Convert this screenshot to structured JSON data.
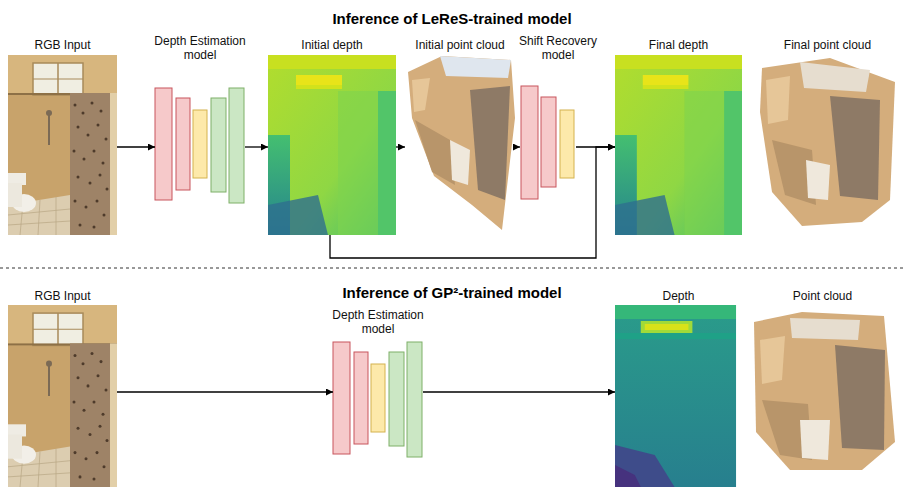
{
  "diagram": {
    "nodes": [
      {
        "text": [
          "RGB Input"
        ]
      },
      {
        "text": [
          "Depth Estimation model"
        ]
      },
      {
        "text": [
          "Initial depth"
        ]
      },
      {
        "text": [
          "Initial point cloud"
        ]
      },
      {
        "text": [
          "Shift Recovery model"
        ]
      },
      {
        "text": [
          "Final depth"
        ]
      },
      {
        "text": [
          "Final point cloud"
        ]
      },
      {
        "text": [
          "RGB Input"
        ]
      },
      {
        "text": [
          "Depth Estimation model"
        ]
      },
      {
        "text": [
          "Depth"
        ]
      },
      {
        "text": [
          "Point cloud"
        ]
      }
    ],
    "edges": [
      {
        "from": 0,
        "to": 1,
        "arrow": "to"
      },
      {
        "from": 1,
        "to": 2,
        "arrow": "to"
      },
      {
        "from": 2,
        "to": 3,
        "arrow": "to"
      },
      {
        "from": 3,
        "to": 4,
        "arrow": "to"
      },
      {
        "from": 4,
        "to": 5,
        "arrow": "to"
      },
      {
        "from": 2,
        "to": 5,
        "arrow": "to"
      },
      {
        "from": 7,
        "to": 8,
        "arrow": "to"
      },
      {
        "from": 8,
        "to": 9,
        "arrow": "to"
      }
    ],
    "labels": [
      "Inference of LeReS-trained model",
      "Inference of GP²-trained model"
    ]
  }
}
